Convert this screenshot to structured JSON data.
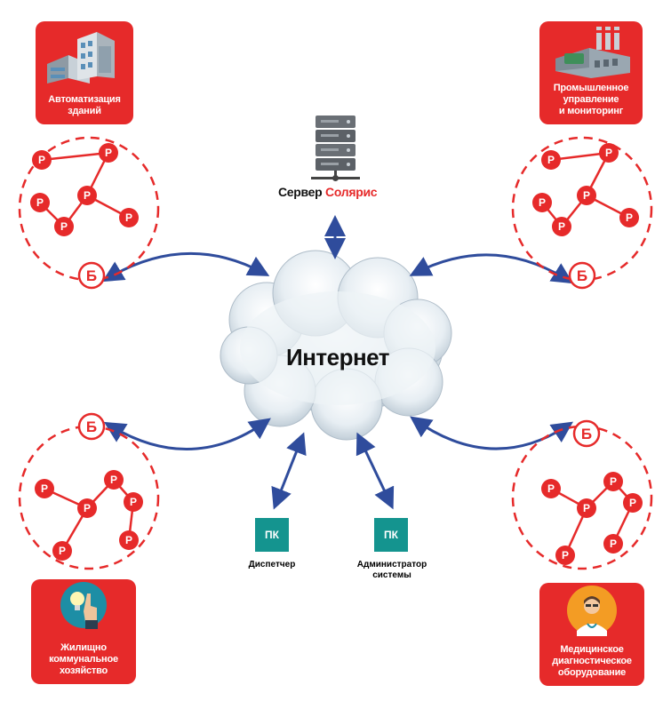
{
  "center": {
    "label": "Интернет"
  },
  "server": {
    "label_prefix": "Сервер",
    "label_highlight": "Солярис",
    "icon": "server-rack-icon"
  },
  "node_letters": {
    "repeater": "Р",
    "base": "Б"
  },
  "clusters": [
    {
      "id": "top-left",
      "label": "Автоматизация\nзданий",
      "icon": "buildings-icon"
    },
    {
      "id": "top-right",
      "label": "Промышленное\nуправление\nи мониторинг",
      "icon": "factory-icon"
    },
    {
      "id": "bottom-left",
      "label": "Жилищно\nкоммунальное\nхозяйство",
      "icon": "lightbulb-hand-icon"
    },
    {
      "id": "bottom-right",
      "label": "Медицинское\nдиагностическое\nоборудование",
      "icon": "doctor-icon"
    }
  ],
  "workstations": [
    {
      "id": "dispatcher",
      "badge": "ПК",
      "label": "Диспетчер"
    },
    {
      "id": "admin",
      "badge": "ПК",
      "label": "Администратор\nсистемы"
    }
  ],
  "colors": {
    "accent_red": "#e62a2a",
    "arrow_blue": "#2f4c9c",
    "pc_teal": "#14948f",
    "cloud": "#dfe8ee"
  }
}
